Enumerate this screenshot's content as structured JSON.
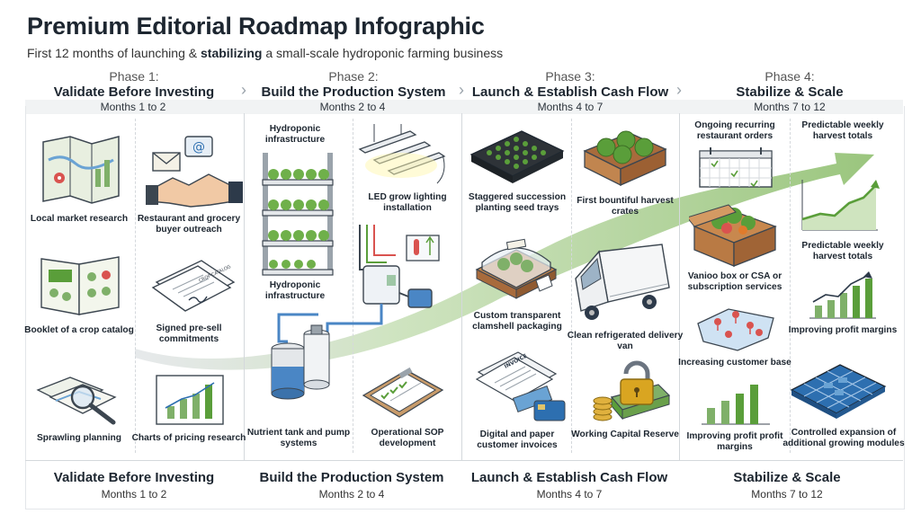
{
  "header": {
    "title": "Premium Editorial Roadmap Infographic",
    "subtitle_pre": "First 12 months of launching &",
    "subtitle_bold": "stabilizing",
    "subtitle_post": "a small-scale hydroponic farming business"
  },
  "phases": [
    {
      "number": "Phase 1:",
      "name": "Validate Before Investing",
      "months": "Months 1 to 2",
      "items": [
        "Local market research",
        "Restaurant and grocery buyer outreach",
        "Booklet of a crop catalog",
        "Signed pre-sell commitments",
        "Sprawling planning",
        "Charts of pricing research"
      ]
    },
    {
      "number": "Phase 2:",
      "name": "Build the Production System",
      "months": "Months 2 to 4",
      "items": [
        "Hydroponic infrastructure",
        "LED grow lighting installation",
        "Hydroponic infrastructure",
        "Nutrient tank and pump systems",
        "Operational SOP development"
      ]
    },
    {
      "number": "Phase 3:",
      "name": "Launch & Establish Cash Flow",
      "months": "Months 4 to 7",
      "items": [
        "Staggered succession planting seed trays",
        "First bountiful harvest crates",
        "Custom transparent clamshell packaging",
        "Clean refrigerated delivery van",
        "Digital and paper customer invoices",
        "Working Capital Reserve"
      ]
    },
    {
      "number": "Phase 4:",
      "name": "Stabilize & Scale",
      "months": "Months 7 to 12",
      "items": [
        "Ongoing recurring restaurant orders",
        "Predictable weekly harvest totals",
        "Vanioo box or CSA or subscription services",
        "Predictable weekly harvest totals",
        "Increasing customer base",
        "Improving profit margins",
        "Improving profit profit margins",
        "Controlled expansion of additional growing modules"
      ]
    }
  ],
  "icon_text": {
    "email_symbol": "@",
    "crop_catalog_doc": "CROP CATALOG",
    "invoice_doc": "INVOICE"
  },
  "colors": {
    "flow_arrow": "#8fbf6f",
    "accent_green": "#5a9e3a",
    "money_green": "#7fb069",
    "lock_gold": "#d9a521",
    "water_blue": "#4a86c5",
    "panel_border": "#d4d8dc"
  }
}
